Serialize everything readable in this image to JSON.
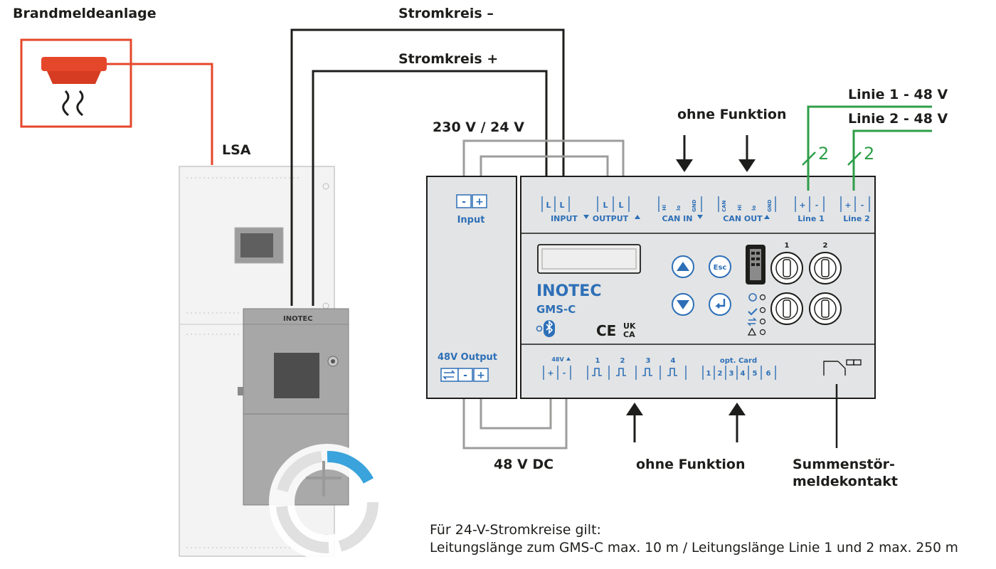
{
  "labels": {
    "fire_alarm": "Brandmeldeanlage",
    "lsa": "LSA",
    "circuit_minus": "Stromkreis –",
    "circuit_plus": "Stromkreis +",
    "voltage_230_24": "230 V / 24 V",
    "no_function_top": "ohne Funktion",
    "line1_48v": "Linie 1 - 48 V",
    "line2_48v": "Linie 2 - 48 V",
    "dc_48v": "48 V DC",
    "no_function_bottom": "ohne Funktion",
    "fault_contact_line1": "Summenstör-",
    "fault_contact_line2": "meldekontakt",
    "wire_count_1": "2",
    "wire_count_2": "2"
  },
  "note": {
    "line1": "Für 24-V-Stromkreise gilt:",
    "line2": "Leitungslänge zum GMS-C max. 10 m / Leitungslänge Linie 1 und 2 max. 250 m"
  },
  "psu": {
    "input_label": "Input",
    "output_label": "48V Output",
    "minus": "-",
    "plus": "+"
  },
  "device": {
    "brand": "INOTEC",
    "model": "GMS-C",
    "input_terminal": "INPUT",
    "output_terminal": "OUTPUT",
    "can_in": "CAN IN",
    "can_out": "CAN OUT",
    "line1": "Line 1",
    "line2": "Line 2",
    "esc": "Esc",
    "key1": "1",
    "key2": "2",
    "v48": "48V",
    "opt_card": "opt. Card",
    "in1": "1",
    "in2": "2",
    "in3": "3",
    "in4": "4",
    "opt1": "1",
    "opt2": "2",
    "opt3": "3",
    "opt4": "4",
    "opt5": "5",
    "opt6": "6",
    "ce": "CE",
    "ukca_top": "UK",
    "ukca_bottom": "CA"
  },
  "cabinet": {
    "brand": "INOTEC"
  },
  "colors": {
    "red": "#e5472b",
    "black": "#1d1d1b",
    "gray_wire": "#9d9d9c",
    "green": "#2e9e48",
    "device_body": "#e3e4e5",
    "accent_blue": "#2d6fb7",
    "ring_blue": "#3aa3dc"
  }
}
